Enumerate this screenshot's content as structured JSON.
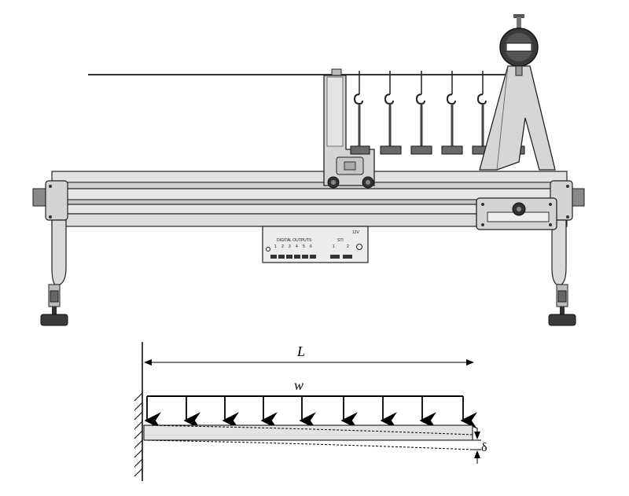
{
  "module": {
    "digital_outputs_label": "DIGITAL OUTPUTS",
    "output_numbers": [
      "1",
      "2",
      "3",
      "4",
      "5",
      "6"
    ],
    "sti_label": "STI",
    "sti_numbers": [
      "1",
      "2"
    ],
    "voltage_label": "12V"
  },
  "diagram": {
    "length_label": "L",
    "load_label": "w",
    "deflection_label": "δ"
  },
  "colors": {
    "frame_fill": "#d9d9d9",
    "frame_stroke": "#222222",
    "dark_part": "#3a3a3a",
    "line": "#000000"
  }
}
